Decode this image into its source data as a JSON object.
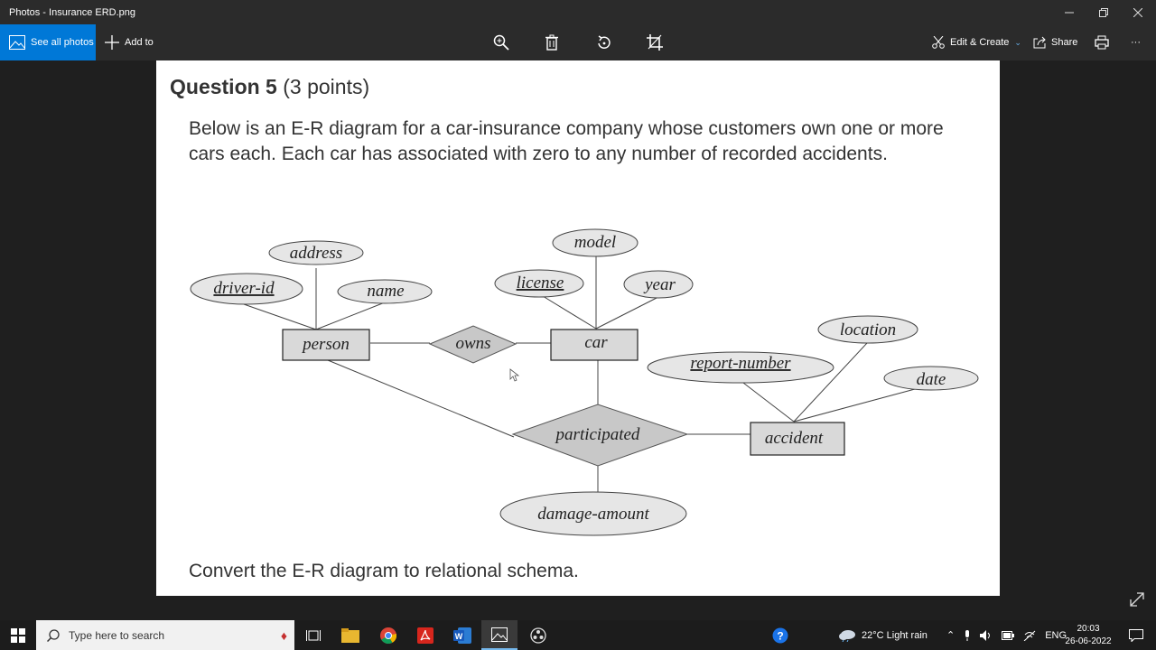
{
  "window": {
    "title": "Photos - Insurance ERD.png"
  },
  "toolbar": {
    "see_all_photos": "See all photos",
    "add_to": "Add to",
    "edit_create": "Edit & Create",
    "share": "Share",
    "more": "···"
  },
  "document": {
    "question_label": "Question 5",
    "points": "(3 points)",
    "intro": "Below is an E-R diagram for a car-insurance company whose customers own one or more cars each. Each car has associated with zero to any number of recorded accidents.",
    "footer": "Convert the E-R diagram to relational schema."
  },
  "diagram": {
    "entities": {
      "person": "person",
      "car": "car",
      "accident": "accident"
    },
    "relationships": {
      "owns": "owns",
      "participated": "participated"
    },
    "attributes": {
      "address": "address",
      "driver_id": "driver-id",
      "name": "name",
      "model": "model",
      "license": "license",
      "year": "year",
      "location": "location",
      "report_number": "report-number",
      "date": "date",
      "damage_amount": "damage-amount"
    }
  },
  "taskbar": {
    "search_placeholder": "Type here to search",
    "weather": "22°C  Light rain",
    "language": "ENG",
    "time": "20:03",
    "date": "26-06-2022"
  }
}
